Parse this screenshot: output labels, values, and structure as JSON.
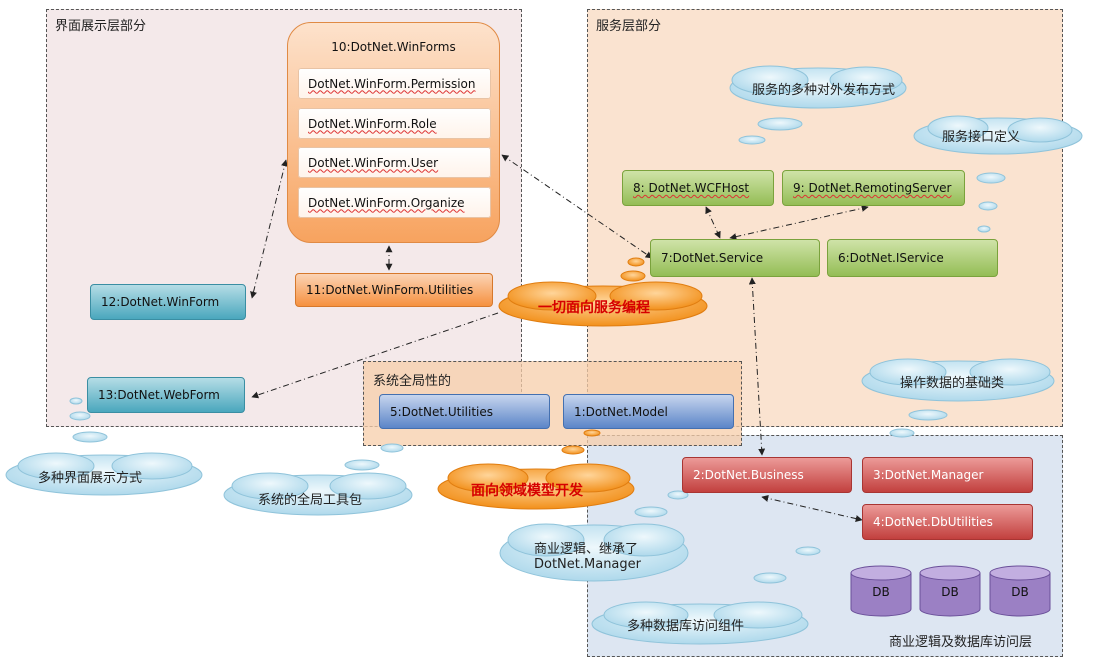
{
  "regions": {
    "ui_layer": "界面展示层部分",
    "service_layer": "服务层部分",
    "global": "系统全局性的",
    "business_layer": "商业逻辑及数据库访问层"
  },
  "winforms": {
    "title": "10:DotNet.WinForms",
    "items": [
      "DotNet.WinForm.Permission",
      "DotNet.WinForm.Role",
      "DotNet.WinForm.User",
      "DotNet.WinForm.Organize"
    ]
  },
  "modules": {
    "utilities_winform": "11:DotNet.WinForm.Utilities",
    "winform": "12:DotNet.WinForm",
    "webform": "13:DotNet.WebForm",
    "wcfhost": "8: DotNet.WCFHost",
    "remoting": "9: DotNet.RemotingServer",
    "service": "7:DotNet.Service",
    "iservice": "6:DotNet.IService",
    "utilities": "5:DotNet.Utilities",
    "model": "1:DotNet.Model",
    "business": "2:DotNet.Business",
    "manager": "3:DotNet.Manager",
    "dbutilities": "4:DotNet.DbUtilities"
  },
  "db_label": "DB",
  "clouds": {
    "publish": "服务的多种对外发布方式",
    "interface": "服务接口定义",
    "soa": "一切面向服务编程",
    "data_base": "操作数据的基础类",
    "ui_modes": "多种界面展示方式",
    "tools": "系统的全局工具包",
    "ddd": "面向领域模型开发",
    "inherit_line1": "商业逻辑、继承了",
    "inherit_line2": "DotNet.Manager",
    "db_access": "多种数据库访问组件"
  },
  "colors": {
    "orange": "#f6913f",
    "green": "#94bd55",
    "teal": "#4aa7bd",
    "blue": "#5b85c8",
    "red": "#c2403e",
    "cloud_blue": "#c8e6f3",
    "cloud_orange": "#f7931e"
  }
}
